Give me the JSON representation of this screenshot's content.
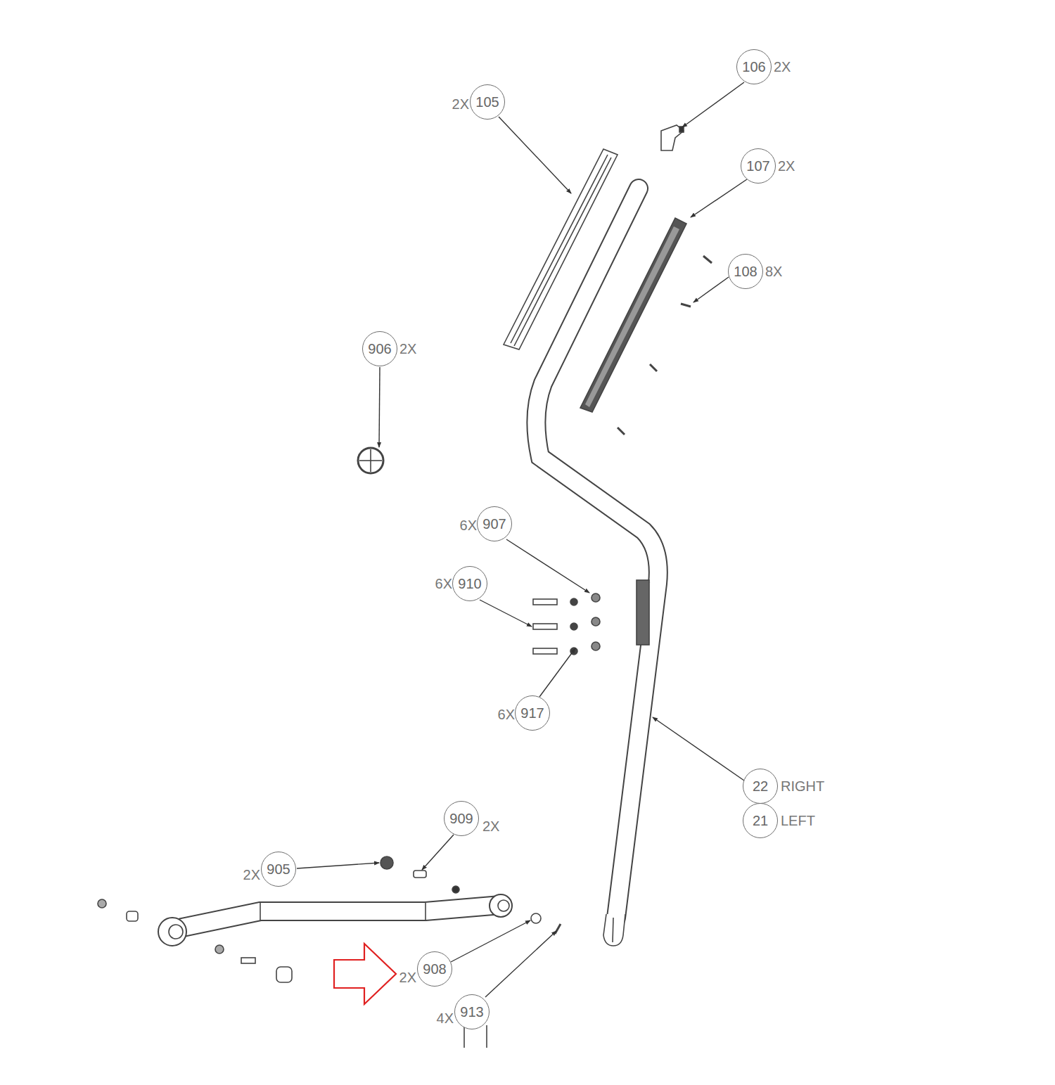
{
  "diagram": {
    "nodes": [
      {
        "text": [
          "106"
        ]
      },
      {
        "text": [
          "105"
        ]
      },
      {
        "text": [
          "107"
        ]
      },
      {
        "text": [
          "108"
        ]
      },
      {
        "text": [
          "906"
        ]
      },
      {
        "text": [
          "907"
        ]
      },
      {
        "text": [
          "910"
        ]
      },
      {
        "text": [
          "917"
        ]
      },
      {
        "text": [
          "22"
        ]
      },
      {
        "text": [
          "21"
        ]
      },
      {
        "text": [
          "909"
        ]
      },
      {
        "text": [
          "905"
        ]
      },
      {
        "text": [
          "908"
        ]
      },
      {
        "text": [
          "913"
        ]
      }
    ],
    "labels": [
      "2X",
      "2X",
      "2X",
      "8X",
      "2X",
      "6X",
      "6X",
      "6X",
      "RIGHT",
      "LEFT",
      "2X",
      "2X",
      "2X",
      "4X"
    ]
  }
}
